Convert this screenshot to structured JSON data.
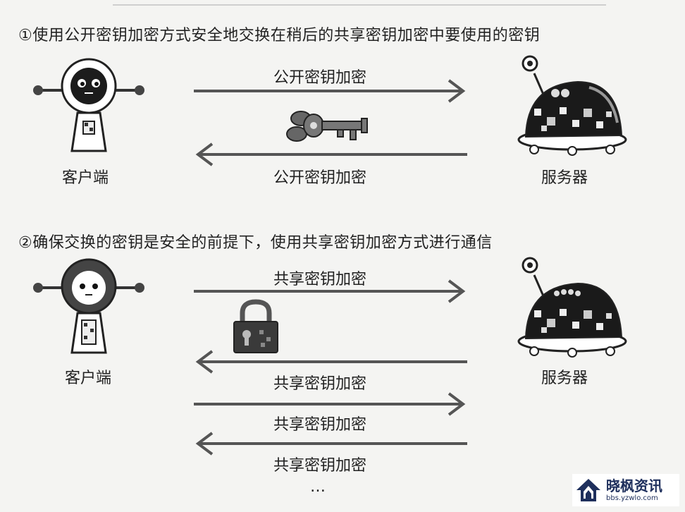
{
  "step1": {
    "title": "①使用公开密钥加密方式安全地交换在稍后的共享密钥加密中要使用的密钥",
    "arrow_top_label": "公开密钥加密",
    "arrow_bottom_label": "公开密钥加密",
    "client_label": "客户端",
    "server_label": "服务器"
  },
  "step2": {
    "title": "②确保交换的密钥是安全的前提下，使用共享密钥加密方式进行通信",
    "arrow_labels": [
      "共享密钥加密",
      "共享密钥加密",
      "共享密钥加密",
      "共享密钥加密"
    ],
    "client_label": "客户端",
    "server_label": "服务器"
  },
  "ellipsis": "…",
  "watermark": {
    "name": "晓枫资讯",
    "url": "bbs.yzwlo.com"
  },
  "icons": [
    "robot-client-icon",
    "robot-server-icon",
    "key-icon",
    "padlock-icon",
    "house-logo-icon"
  ]
}
